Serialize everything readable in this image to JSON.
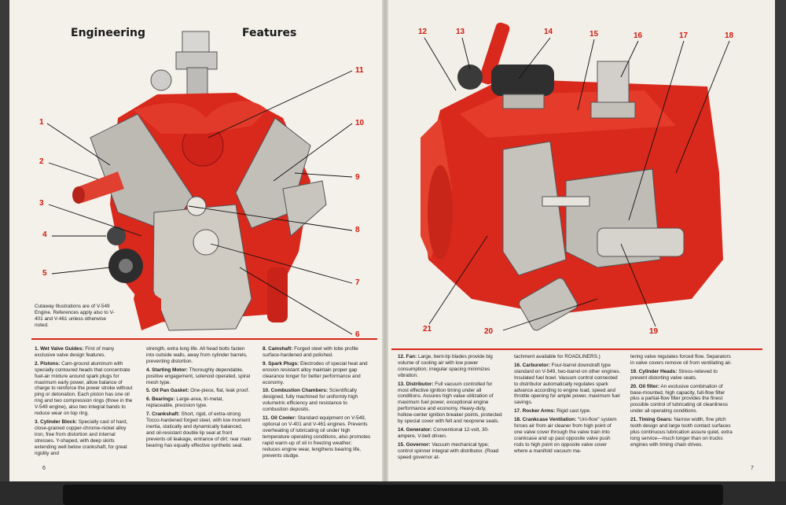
{
  "headings": {
    "engineering": "Engineering",
    "features": "Features"
  },
  "caption": "Cutaway Illustrations are of V-549 Engine. References apply also to V-401 and V-461 unless otherwise noted.",
  "callouts_left": [
    "1",
    "2",
    "3",
    "4",
    "5",
    "6",
    "7",
    "8",
    "9",
    "10",
    "11"
  ],
  "callouts_right": [
    "12",
    "13",
    "14",
    "15",
    "16",
    "17",
    "18",
    "19",
    "20",
    "21"
  ],
  "page_numbers": {
    "left": "6",
    "right": "7"
  },
  "left_columns": [
    [
      {
        "num": "1.",
        "title": "Wet Valve Guides:",
        "text": "First of many exclusive valve design features."
      },
      {
        "num": "2.",
        "title": "Pistons:",
        "text": "Cam-ground aluminum with specially contoured heads that concentrate fuel-air mixture around spark plugs for maximum early power, allow balance of charge to reinforce the power stroke without ping or detonation. Each piston has one oil ring and two compression rings (three in the V-549 engine), also two integral bands to reduce wear on top ring."
      },
      {
        "num": "3.",
        "title": "Cylinder Block:",
        "text": "Specially cast of hard, close-grained copper-chrome-nickel alloy iron, free from distortion and internal stresses. Y-shaped, with deep skirts extending well below crankshaft, for great rigidity and"
      }
    ],
    [
      {
        "num": "",
        "title": "",
        "text": "strength, extra long life. All head bolts fasten into outside walls, away from cylinder barrels, preventing distortion."
      },
      {
        "num": "4.",
        "title": "Starting Motor:",
        "text": "Thoroughly dependable, positive engagement, solenoid operated, spiral mesh type."
      },
      {
        "num": "5.",
        "title": "Oil Pan Gasket:",
        "text": "One-piece, flat, leak proof."
      },
      {
        "num": "6.",
        "title": "Bearings:",
        "text": "Large-area, tri-metal, replaceable, precision type."
      },
      {
        "num": "7.",
        "title": "Crankshaft:",
        "text": "Short, rigid, of extra-strong Tocco-hardened forged steel, with low moment inertia, statically and dynamically balanced, and oil-resistant double lip seal at front prevents oil leakage, entrance of dirt; rear main bearing has equally effective synthetic seal."
      }
    ],
    [
      {
        "num": "8.",
        "title": "Camshaft:",
        "text": "Forged steel with lobe profile surface-hardened and polished."
      },
      {
        "num": "9.",
        "title": "Spark Plugs:",
        "text": "Electrodes of special heat and erosion resistant alloy maintain proper gap clearance longer for better performance and economy."
      },
      {
        "num": "10.",
        "title": "Combustion Chambers:",
        "text": "Scientifically designed, fully machined for uniformly high volumetric efficiency and resistance to combustion deposits."
      },
      {
        "num": "11.",
        "title": "Oil Cooler:",
        "text": "Standard equipment on V-549, optional on V-401 and V-461 engines. Prevents overheating of lubricating oil under high temperature operating conditions, also promotes rapid warm-up of oil in freezing weather; reduces engine wear, lengthens bearing life, prevents sludge."
      }
    ]
  ],
  "right_columns": [
    [
      {
        "num": "12.",
        "title": "Fan:",
        "text": "Large, bent-tip blades provide big volume of cooling air with low power consumption; irregular spacing minimizes vibration."
      },
      {
        "num": "13.",
        "title": "Distributor:",
        "text": "Full vacuum controlled for most effective ignition timing under all conditions. Assures high value utilization of maximum fuel power, exceptional engine performance and economy. Heavy-duty, hollow-center ignition breaker points, protected by special cover with felt and neoprene seals."
      },
      {
        "num": "14.",
        "title": "Generator:",
        "text": "Conventional 12-volt, 30-ampere, V-belt driven."
      },
      {
        "num": "15.",
        "title": "Governor:",
        "text": "Vacuum mechanical type; control spinner integral with distributor. (Road speed governor at-"
      }
    ],
    [
      {
        "num": "",
        "title": "",
        "text": "tachment available for ROADLINERS.)"
      },
      {
        "num": "16.",
        "title": "Carburetor:",
        "text": "Four-barrel downdraft type standard on V-549, two-barrel on other engines. Insulated fuel bowl. Vacuum control connected to distributor automatically regulates spark advance according to engine load, speed and throttle opening for ample power, maximum fuel savings."
      },
      {
        "num": "17.",
        "title": "Rocker Arms:",
        "text": "Rigid cast type."
      },
      {
        "num": "18.",
        "title": "Crankcase Ventilation:",
        "text": "\"Uni-flow\" system forces air from air cleaner from high point of one valve cover through the valve train into crankcase and up past opposite valve push rods to high point on opposite valve cover where a manifold vacuum ma-"
      }
    ],
    [
      {
        "num": "",
        "title": "",
        "text": "tering valve regulates forced flow. Separators in valve covers remove oil from ventilating air."
      },
      {
        "num": "19.",
        "title": "Cylinder Heads:",
        "text": "Stress-relieved to prevent distorting valve seats."
      },
      {
        "num": "20.",
        "title": "Oil filter:",
        "text": "An exclusive combination of base-mounted, high capacity, full-flow filter plus a partial-flow filter provides the finest possible control of lubricating oil cleanliness under all operating conditions."
      },
      {
        "num": "21.",
        "title": "Timing Gears:",
        "text": "Narrow width, fine pitch tooth design and large tooth contact surfaces plus continuous lubrication assure quiet, extra long service—much longer than on trucks engines with timing chain drives."
      }
    ]
  ]
}
